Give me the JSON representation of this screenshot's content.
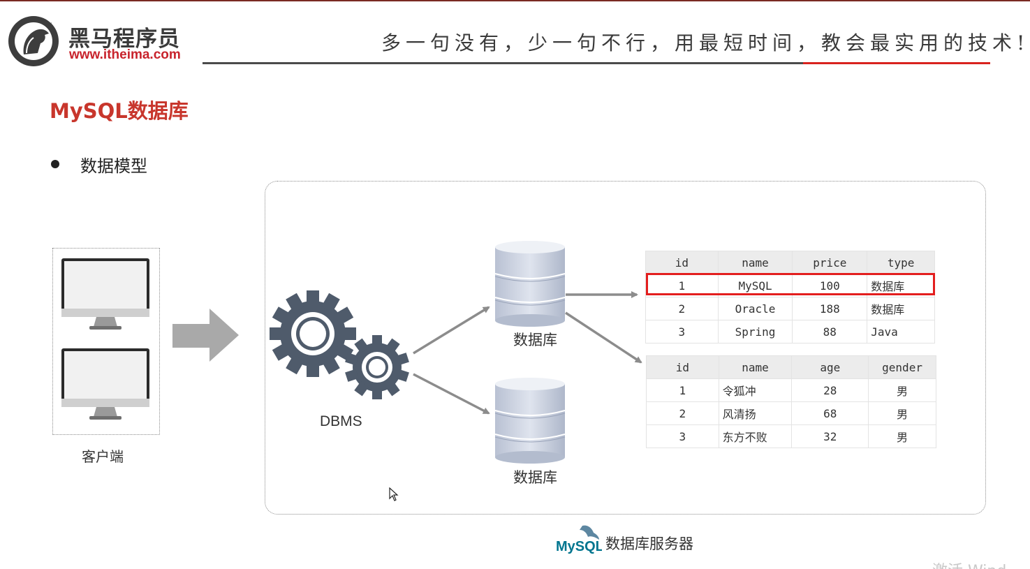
{
  "header": {
    "logo_cn": "黑马程序员",
    "logo_url": "www.itheima.com",
    "slogan": "多一句没有，少一句不行，用最短时间，教会最实用的技术!"
  },
  "page": {
    "title": "MySQL数据库",
    "bullet": "数据模型"
  },
  "diagram": {
    "client_label": "客户端",
    "dbms_label": "DBMS",
    "db_label_1": "数据库",
    "db_label_2": "数据库",
    "caption": "数据库服务器",
    "caption_logo": "MySQL"
  },
  "table1": {
    "headers": [
      "id",
      "name",
      "price",
      "type"
    ],
    "rows": [
      [
        "1",
        "MySQL",
        "100",
        "数据库"
      ],
      [
        "2",
        "Oracle",
        "188",
        "数据库"
      ],
      [
        "3",
        "Spring",
        "88",
        "Java"
      ]
    ],
    "highlighted_row": 1
  },
  "table2": {
    "headers": [
      "id",
      "name",
      "age",
      "gender"
    ],
    "rows": [
      [
        "1",
        "令狐冲",
        "28",
        "男"
      ],
      [
        "2",
        "风清扬",
        "68",
        "男"
      ],
      [
        "3",
        "东方不败",
        "32",
        "男"
      ]
    ]
  },
  "watermark": "激活 Wind",
  "colors": {
    "brand_red": "#c8362c",
    "highlight_red": "#e31e1e",
    "gear": "#4f5b6b",
    "arrow": "#8c8c8c"
  }
}
